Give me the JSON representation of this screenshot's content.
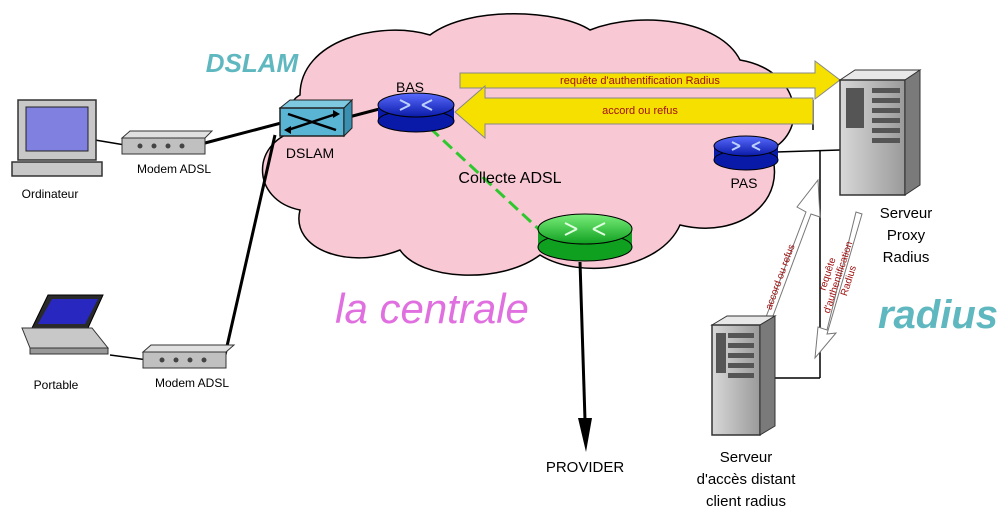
{
  "labels": {
    "dslam_title": "DSLAM",
    "dslam_device": "DSLAM",
    "bas": "BAS",
    "pas": "PAS",
    "collecte": "Collecte ADSL",
    "centrale": "la centrale",
    "radius": "radius",
    "provider": "PROVIDER",
    "ordinateur": "Ordinateur",
    "portable": "Portable",
    "modem_top": "Modem ADSL",
    "modem_bottom": "Modem ADSL",
    "proxy_line1": "Serveur",
    "proxy_line2": "Proxy",
    "proxy_line3": "Radius",
    "client_line1": "Serveur",
    "client_line2": "d'accès distant",
    "client_line3": "client radius"
  },
  "arrows": {
    "request_radius": "requête d'authentification Radius",
    "accord_refus": "accord ou refus",
    "diag_accord_refus": "accord ou refus",
    "diag_req_1": "requête",
    "diag_req_2": "d'authentification",
    "diag_req_3": "Radius"
  },
  "colors": {
    "cloud": "#f8c8d4",
    "arrow_yellow": "#f5e000",
    "router_blue": "#1a2ee8",
    "router_green": "#22c432",
    "teal_text": "#5fb8c0",
    "pink_text": "#e070e0"
  }
}
